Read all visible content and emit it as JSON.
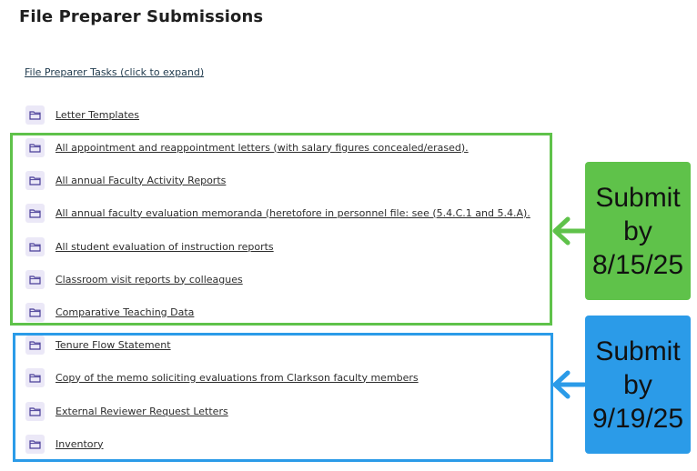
{
  "page": {
    "title": "File Preparer Submissions",
    "tasks_link": "File Preparer Tasks (click to expand)"
  },
  "items": [
    {
      "label": "Letter Templates",
      "icon": "folder-icon"
    },
    {
      "label": "All appointment and reappointment letters (with salary figures concealed/erased).",
      "icon": "folder-icon"
    },
    {
      "label": "All annual Faculty Activity Reports",
      "icon": "folder-icon"
    },
    {
      "label": "All annual faculty evaluation memoranda (heretofore in personnel file: see (5.4.C.1 and 5.4.A).",
      "icon": "folder-icon"
    },
    {
      "label": "All student evaluation of instruction reports",
      "icon": "folder-icon"
    },
    {
      "label": "Classroom visit reports by colleagues",
      "icon": "folder-icon"
    },
    {
      "label": "Comparative Teaching Data",
      "icon": "folder-icon"
    },
    {
      "label": "Tenure Flow Statement",
      "icon": "folder-icon"
    },
    {
      "label": "Copy of the memo soliciting evaluations from Clarkson faculty members",
      "icon": "folder-icon"
    },
    {
      "label": "External Reviewer Request Letters",
      "icon": "folder-icon"
    },
    {
      "label": "Inventory",
      "icon": "folder-icon"
    }
  ],
  "annotations": {
    "green": {
      "line1": "Submit",
      "line2": "by",
      "line3": "8/15/25",
      "color": "#5fc24a"
    },
    "blue": {
      "line1": "Submit",
      "line2": "by",
      "line3": "9/19/25",
      "color": "#2b9be8"
    }
  },
  "colors": {
    "folder_icon": "#4a3f99",
    "folder_bg": "#ebe8f7",
    "link": "#1f3a4d"
  }
}
